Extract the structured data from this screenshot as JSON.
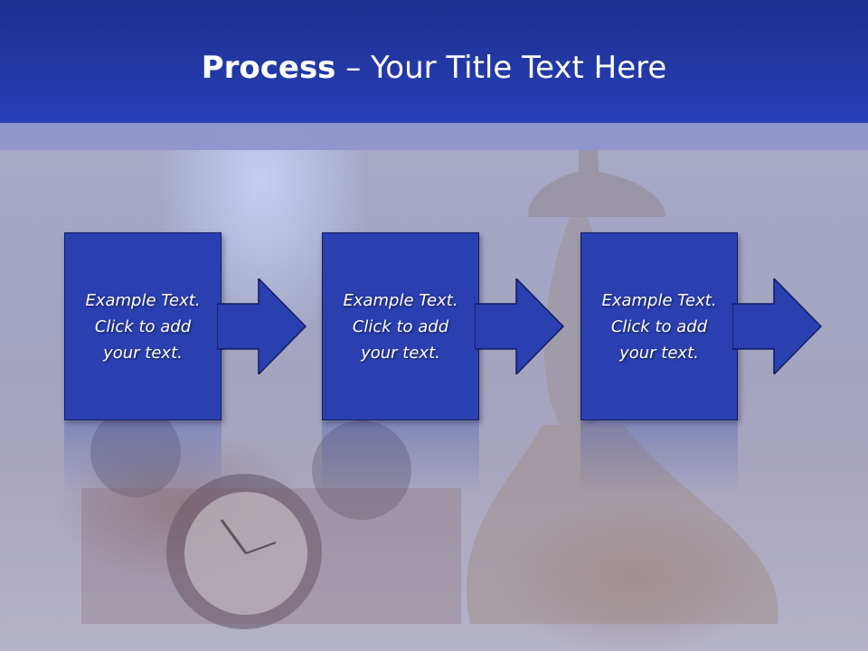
{
  "title": {
    "bold": "Process",
    "rest": " – Your Title Text Here"
  },
  "steps": [
    {
      "line1": "Example Text.",
      "line2": "Click  to add",
      "line3": "your text."
    },
    {
      "line1": "Example Text.",
      "line2": "Click  to add",
      "line3": "your text."
    },
    {
      "line1": "Example Text.",
      "line2": "Click  to add",
      "line3": "your text."
    }
  ],
  "colors": {
    "header": "#2840b8",
    "box": "#2a3fb0",
    "arrow": "#2a3fb0",
    "band": "#8f95cc"
  }
}
